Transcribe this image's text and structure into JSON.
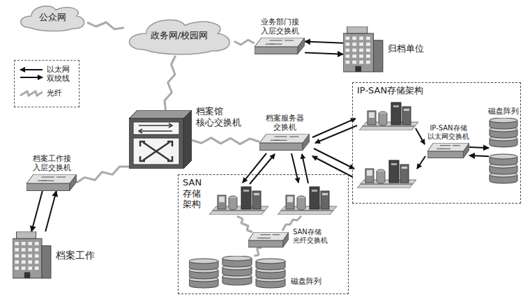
{
  "diagram": {
    "nodes": [
      {
        "text": [
          "公众网"
        ]
      },
      {
        "text": [
          "政务网/校园网"
        ]
      },
      {
        "text": [
          "业务部门接 入层交换机"
        ]
      },
      {
        "text": [
          "归档单位"
        ]
      },
      {
        "text": [
          "档案馆 核心交换机"
        ]
      },
      {
        "text": [
          "档案工作接 入层交换机"
        ]
      },
      {
        "text": [
          "档案工作"
        ]
      },
      {
        "text": [
          "档案服务器 交换机"
        ]
      },
      {
        "text": [
          "IP-SAN存储架构"
        ]
      },
      {
        "text": [
          "IP-SAN存储 以太网交换机"
        ],
        "in": 8
      },
      {
        "text": [
          "磁盘阵列"
        ],
        "in": 8
      },
      {
        "text": [
          "SAN 存储 架构"
        ]
      },
      {
        "text": [
          "SAN存储 光纤交换机"
        ],
        "in": 11
      },
      {
        "text": [
          "磁盘阵列"
        ],
        "in": 11
      }
    ],
    "edges": [
      {
        "from": 0,
        "to": 1,
        "arrow": "none"
      },
      {
        "from": 1,
        "to": 2,
        "arrow": "none"
      },
      {
        "from": 3,
        "to": 2,
        "arrow": "to"
      },
      {
        "from": 2,
        "to": 3,
        "arrow": "to"
      },
      {
        "from": 1,
        "to": 4,
        "arrow": "none"
      },
      {
        "from": 4,
        "to": 5,
        "arrow": "none"
      },
      {
        "from": 5,
        "to": 6,
        "arrow": "to"
      },
      {
        "from": 6,
        "to": 5,
        "arrow": "to"
      },
      {
        "from": 4,
        "to": 7,
        "arrow": "none"
      },
      {
        "from": 9,
        "to": 10,
        "arrow": "to"
      },
      {
        "from": 10,
        "to": 9,
        "arrow": "to"
      },
      {
        "from": 12,
        "to": 13,
        "arrow": "none"
      }
    ],
    "legend": [
      {
        "text": "以太网 双绞线"
      },
      {
        "text": "光纤"
      }
    ]
  }
}
